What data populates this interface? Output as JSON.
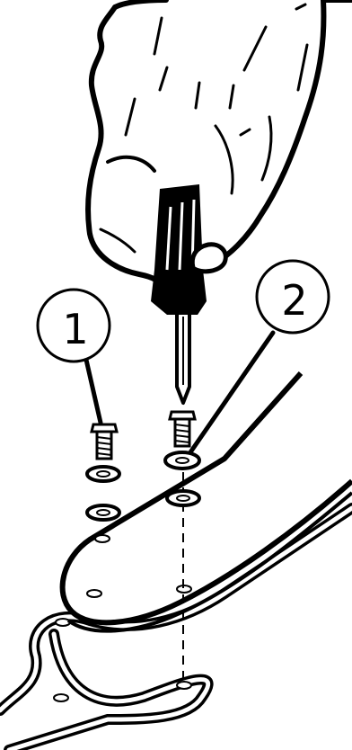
{
  "callouts": [
    {
      "id": "callout-1",
      "label": "1"
    },
    {
      "id": "callout-2",
      "label": "2"
    }
  ],
  "colors": {
    "ink": "#000000",
    "paper": "#ffffff"
  }
}
